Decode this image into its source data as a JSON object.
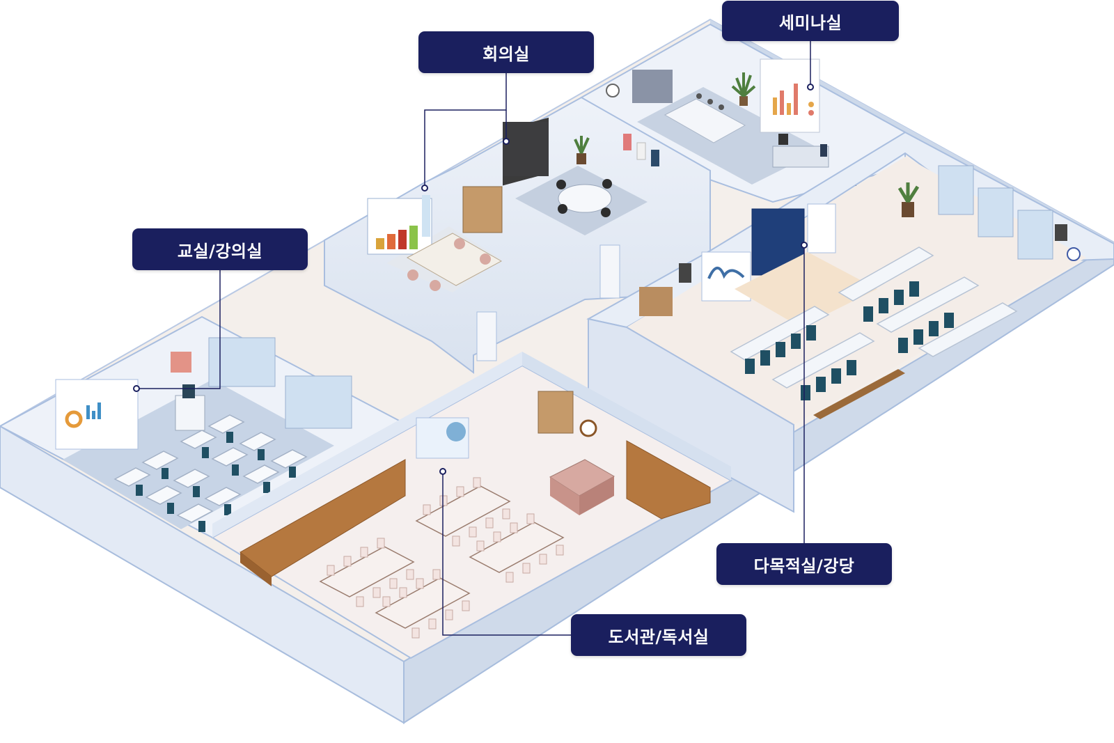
{
  "labels": {
    "meeting_room": "회의실",
    "seminar_room": "세미나실",
    "classroom": "교실/강의실",
    "multipurpose_hall": "다목적실/강당",
    "library": "도서관/독서실"
  },
  "colors": {
    "label_bg": "#1a1f5e",
    "label_text": "#ffffff",
    "wall": "#dfe7f3",
    "wall_edge": "#9fb6da",
    "floor": "#f2ece8",
    "classroom_floor": "#c9d6e8",
    "shelf": "#b5783f",
    "chair_teal": "#2a5b6e",
    "leader_line": "#1a1f5e"
  },
  "icons": [
    "clock-icon",
    "speaker-icon",
    "plant-icon",
    "monitor-icon",
    "chart-board-icon",
    "whiteboard-icon"
  ]
}
